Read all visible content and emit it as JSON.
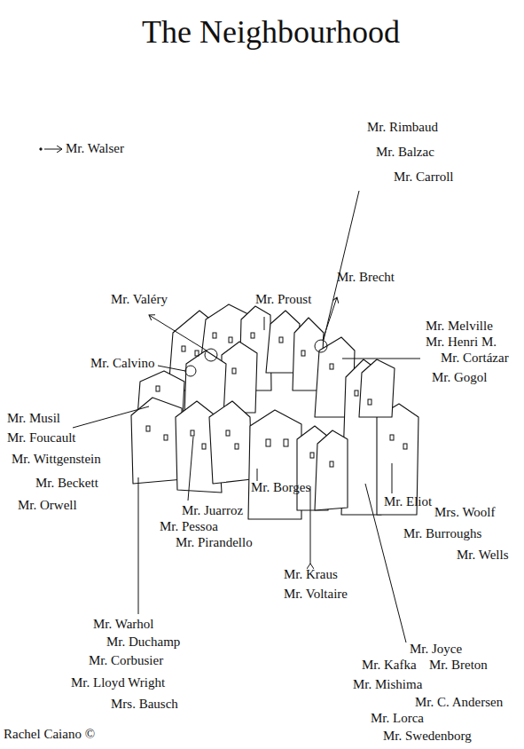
{
  "diagram": {
    "title": "The Neighbourhood",
    "labels": [
      "Mr. Walser",
      "Mr. Rimbaud",
      "Mr. Balzac",
      "Mr. Carroll",
      "Mr. Brecht",
      "Mr. Valéry",
      "Mr. Proust",
      "Mr. Melville",
      "Mr. Henri M.",
      "Mr. Cortázar",
      "Mr. Gogol",
      "Mr. Calvino",
      "Mr. Musil",
      "Mr. Foucault",
      "Mr. Wittgenstein",
      "Mr. Beckett",
      "Mr. Orwell",
      "Mr. Borges",
      "Mr. Juarroz",
      "Mr. Pessoa",
      "Mr. Pirandello",
      "Mr. Eliot",
      "Mrs. Woolf",
      "Mr. Burroughs",
      "Mr. Wells",
      "Mr. Kraus",
      "Mr. Voltaire",
      "Mr. Warhol",
      "Mr. Duchamp",
      "Mr. Corbusier",
      "Mr. Lloyd Wright",
      "Mrs. Bausch",
      "Mr. Joyce",
      "Mr. Kafka",
      "Mr. Breton",
      "Mr. Mishima",
      "Mr. C. Andersen",
      "Mr. Lorca",
      "Mr. Swedenborg",
      "Rachel Caiano ©"
    ]
  }
}
